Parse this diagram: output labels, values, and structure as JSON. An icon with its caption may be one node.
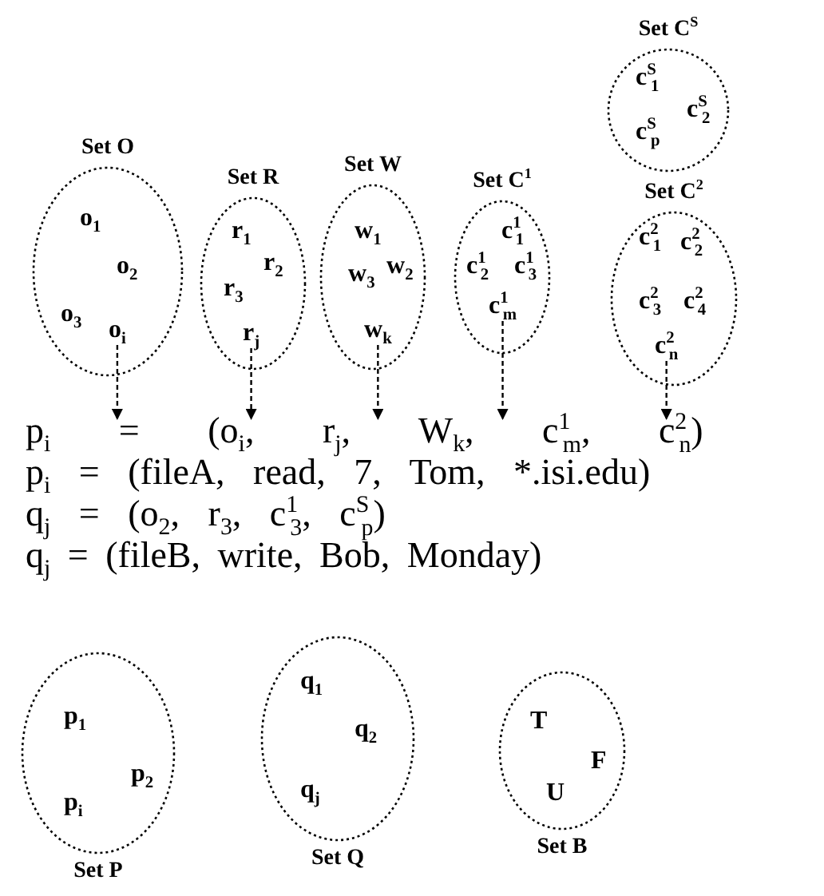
{
  "diagram": {
    "nodes": [
      {
        "text": [
          "Set O"
        ]
      },
      {
        "text": [
          "o$_{1}$"
        ],
        "in": 0
      },
      {
        "text": [
          "o$_{2}$"
        ],
        "in": 0
      },
      {
        "text": [
          "o$_{3}$"
        ],
        "in": 0
      },
      {
        "text": [
          "o$_{i}$"
        ],
        "in": 0
      },
      {
        "text": [
          "Set R"
        ]
      },
      {
        "text": [
          "r$_{1}$"
        ],
        "in": 5
      },
      {
        "text": [
          "r$_{2}$"
        ],
        "in": 5
      },
      {
        "text": [
          "r$_{3}$"
        ],
        "in": 5
      },
      {
        "text": [
          "r$_{j}$"
        ],
        "in": 5
      },
      {
        "text": [
          "Set W"
        ]
      },
      {
        "text": [
          "w$_{1}$"
        ],
        "in": 10
      },
      {
        "text": [
          "w$_{2}$"
        ],
        "in": 10
      },
      {
        "text": [
          "w$_{3}$"
        ],
        "in": 10
      },
      {
        "text": [
          "w$_{k}$"
        ],
        "in": 10
      },
      {
        "text": [
          "Set C$^{1}$"
        ]
      },
      {
        "text": [
          "c$^{1}$$_{1}$"
        ],
        "in": 15
      },
      {
        "text": [
          "c$^{1}$$_{2}$"
        ],
        "in": 15
      },
      {
        "text": [
          "c$^{1}$$_{3}$"
        ],
        "in": 15
      },
      {
        "text": [
          "c$^{1}$$_{m}$"
        ],
        "in": 15
      },
      {
        "text": [
          "Set C$^{S}$"
        ]
      },
      {
        "text": [
          "c$^{S}$$_{1}$"
        ],
        "in": 20
      },
      {
        "text": [
          "c$^{S}$$_{2}$"
        ],
        "in": 20
      },
      {
        "text": [
          "c$^{S}$$_{p}$"
        ],
        "in": 20
      },
      {
        "text": [
          "Set C$^{2}$"
        ]
      },
      {
        "text": [
          "c$^{2}$$_{1}$"
        ],
        "in": 24
      },
      {
        "text": [
          "c$^{2}$$_{2}$"
        ],
        "in": 24
      },
      {
        "text": [
          "c$^{2}$$_{3}$"
        ],
        "in": 24
      },
      {
        "text": [
          "c$^{2}$$_{4}$"
        ],
        "in": 24
      },
      {
        "text": [
          "c$^{2}$$_{n}$"
        ],
        "in": 24
      },
      {
        "text": [
          "p$_{i}$ = (o$_{i}$, r$_{j}$, W$_{k}$, c$^{1}$$_{m}$, c$^{2}$$_{n}$)"
        ]
      },
      {
        "text": [
          "Set P"
        ]
      },
      {
        "text": [
          "p$_{1}$"
        ],
        "in": 31
      },
      {
        "text": [
          "p$_{2}$"
        ],
        "in": 31
      },
      {
        "text": [
          "p$_{i}$"
        ],
        "in": 31
      },
      {
        "text": [
          "Set Q"
        ]
      },
      {
        "text": [
          "q$_{1}$"
        ],
        "in": 35
      },
      {
        "text": [
          "q$_{2}$"
        ],
        "in": 35
      },
      {
        "text": [
          "q$_{j}$"
        ],
        "in": 35
      },
      {
        "text": [
          "Set B"
        ]
      },
      {
        "text": [
          "T"
        ],
        "in": 39
      },
      {
        "text": [
          "F"
        ],
        "in": 39
      },
      {
        "text": [
          "U"
        ],
        "in": 39
      }
    ],
    "edges": [
      {
        "from": 4,
        "to": 30,
        "arrow": "to",
        "style": "dashed"
      },
      {
        "from": 9,
        "to": 30,
        "arrow": "to",
        "style": "dashed"
      },
      {
        "from": 14,
        "to": 30,
        "arrow": "to",
        "style": "dashed"
      },
      {
        "from": 19,
        "to": 30,
        "arrow": "to",
        "style": "dashed"
      },
      {
        "from": 29,
        "to": 30,
        "arrow": "to",
        "style": "dashed"
      }
    ],
    "labels": [
      "p$_{i}$ = (fileA, read, 7, Tom, *.isi.edu)",
      "q$_{j}$ = (o$_{2}$, r$_{3}$, c$^{1}$$_{3}$, c$^{S}$$_{p}$)",
      "q$_{j}$ = (fileB, write, Bob, Monday)"
    ]
  }
}
